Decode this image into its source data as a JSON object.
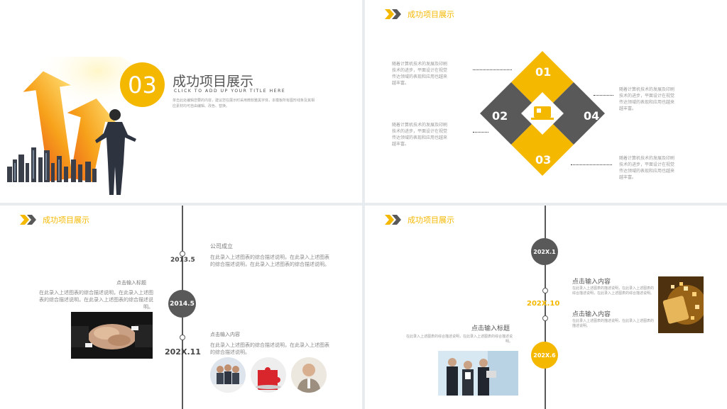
{
  "slide1": {
    "number": "03",
    "title": "成功项目展示",
    "subtitle": "CLICK TO ADD UP YOUR TITLE HERE",
    "desc": "单击此处编辑您要的内容，建议您在展示时采用微软雅黑字体，本模板所有图形线条及其相应素材均可自由编辑、改色、替换。"
  },
  "slide2": {
    "header": "成功项目展示",
    "labels": [
      "01",
      "02",
      "03",
      "04"
    ],
    "texts": [
      "随着计算机技术的发展及印刷技术的进步，平面设计在视觉传达领域的表现和应用也越来越丰富。",
      "随着计算机技术的发展及印刷技术的进步，平面设计在视觉传达领域的表现和应用也越来越丰富。",
      "随着计算机技术的发展及印刷技术的进步，平面设计在视觉传达领域的表现和应用也越来越丰富。",
      "随着计算机技术的发展及印刷技术的进步，平面设计在视觉传达领域的表现和应用也越来越丰富。"
    ]
  },
  "slide3": {
    "header": "成功项目展示",
    "year1": "2013.5",
    "year2": "2014.5",
    "year3": "202X.11",
    "t1_title": "公司成立",
    "t1_text": "在此录入上述图表的综合描述说明，在此录入上述图表的综合描述说明，在此录入上述图表的综合描述说明。",
    "t2_title": "点击输入标题",
    "t2_text": "在此录入上述图表的综合描述说明，在此录入上述图表的综合描述说明，在此录入上述图表的综合描述说明。",
    "t3_title": "点击输入内容",
    "t3_text": "在此录入上述图表的综合描述说明，在此录入上述图表的综合描述说明。"
  },
  "slide4": {
    "header": "成功项目展示",
    "year1": "202X.1",
    "year2": "202X.10",
    "year3": "202X.6",
    "c1_title": "点击输入内容",
    "c1_text": "在此录入上述图表的描述说明，在此录入上述图表的综合描述说明，在此录入上述图表的综合描述说明。",
    "c2_title": "点击输入内容",
    "c2_text": "在此录入上述图表的描述说明，在此录入上述图表的描述说明。",
    "c3_title": "点击输入标题",
    "c3_text": "在此录入上述图表的综合描述说明，在此录入上述图表的综合描述说明。"
  },
  "colors": {
    "accent": "#f5b800",
    "dark": "#595959"
  }
}
